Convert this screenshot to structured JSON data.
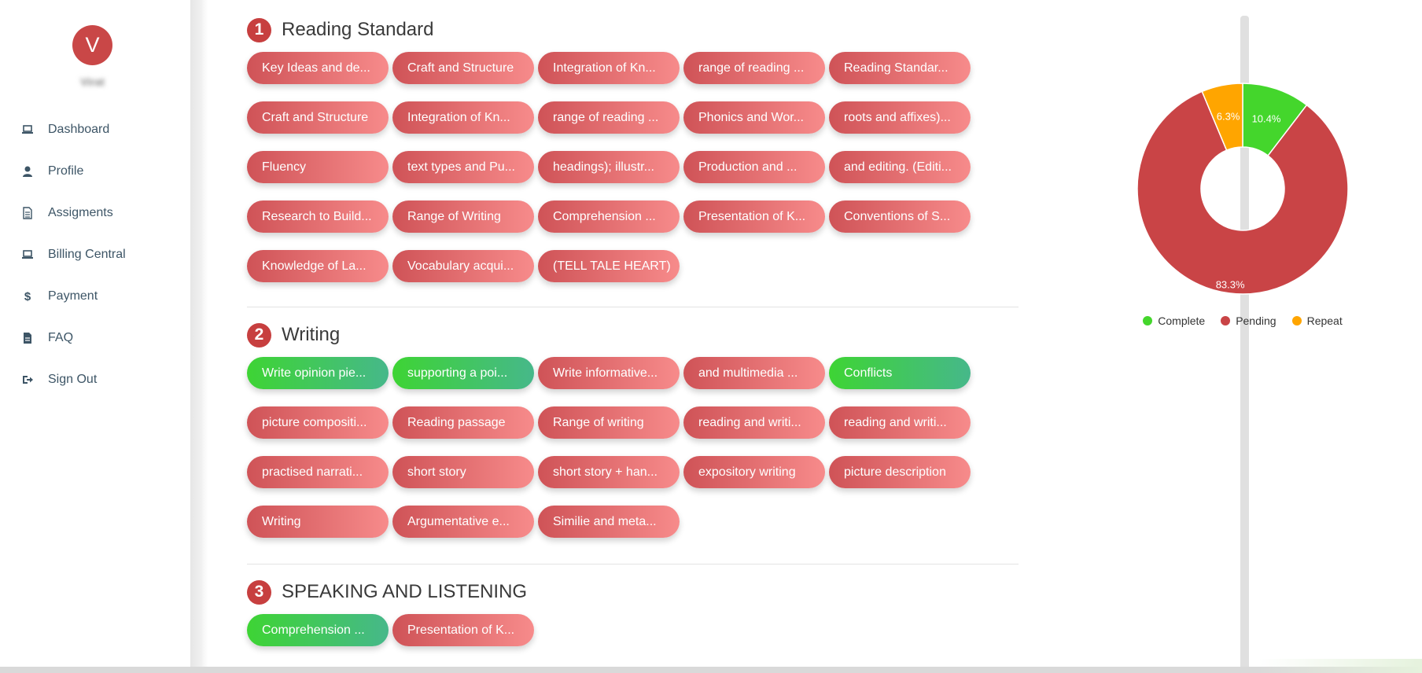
{
  "user": {
    "avatar_letter": "V",
    "name": "Virat"
  },
  "nav": [
    {
      "label": "Dashboard",
      "icon": "laptop-icon"
    },
    {
      "label": "Profile",
      "icon": "user-icon"
    },
    {
      "label": "Assigments",
      "icon": "document-icon"
    },
    {
      "label": "Billing Central",
      "icon": "laptop-icon"
    },
    {
      "label": "Payment",
      "icon": "dollar-icon"
    },
    {
      "label": "FAQ",
      "icon": "file-icon"
    },
    {
      "label": "Sign Out",
      "icon": "sign-out-icon"
    }
  ],
  "sections": [
    {
      "number": "1",
      "title": "Reading Standard",
      "chips": [
        {
          "label": "Key Ideas and de...",
          "status": "pending"
        },
        {
          "label": "Craft and Structure",
          "status": "pending"
        },
        {
          "label": "Integration of Kn...",
          "status": "pending"
        },
        {
          "label": "range of reading ...",
          "status": "pending"
        },
        {
          "label": "Reading Standar...",
          "status": "pending"
        },
        {
          "label": "Craft and Structure",
          "status": "pending"
        },
        {
          "label": "Integration of Kn...",
          "status": "pending"
        },
        {
          "label": "range of reading ...",
          "status": "pending"
        },
        {
          "label": "Phonics and Wor...",
          "status": "pending"
        },
        {
          "label": "roots and affixes)...",
          "status": "pending"
        },
        {
          "label": "Fluency",
          "status": "pending"
        },
        {
          "label": "text types and Pu...",
          "status": "pending"
        },
        {
          "label": "headings); illustr...",
          "status": "pending"
        },
        {
          "label": "Production and ...",
          "status": "pending"
        },
        {
          "label": "and editing. (Editi...",
          "status": "pending"
        },
        {
          "label": "Research to Build...",
          "status": "pending"
        },
        {
          "label": "Range of Writing",
          "status": "pending"
        },
        {
          "label": "Comprehension ...",
          "status": "pending"
        },
        {
          "label": "Presentation of K...",
          "status": "pending"
        },
        {
          "label": "Conventions of S...",
          "status": "pending"
        },
        {
          "label": "Knowledge of La...",
          "status": "pending"
        },
        {
          "label": "Vocabulary acqui...",
          "status": "pending"
        },
        {
          "label": "(TELL TALE HEART)",
          "status": "pending"
        }
      ]
    },
    {
      "number": "2",
      "title": "Writing",
      "chips": [
        {
          "label": "Write opinion pie...",
          "status": "complete"
        },
        {
          "label": "supporting a poi...",
          "status": "complete"
        },
        {
          "label": "Write informative...",
          "status": "pending"
        },
        {
          "label": "and multimedia ...",
          "status": "pending"
        },
        {
          "label": "Conflicts",
          "status": "complete"
        },
        {
          "label": "picture compositi...",
          "status": "pending"
        },
        {
          "label": "Reading passage",
          "status": "pending"
        },
        {
          "label": "Range of writing",
          "status": "pending"
        },
        {
          "label": "reading and writi...",
          "status": "pending"
        },
        {
          "label": "reading and writi...",
          "status": "pending"
        },
        {
          "label": "practised narrati...",
          "status": "pending"
        },
        {
          "label": "short story",
          "status": "pending"
        },
        {
          "label": "short story + han...",
          "status": "pending"
        },
        {
          "label": "expository writing",
          "status": "pending"
        },
        {
          "label": "picture description",
          "status": "pending"
        },
        {
          "label": "Writing",
          "status": "pending"
        },
        {
          "label": "Argumentative e...",
          "status": "pending"
        },
        {
          "label": "Similie and meta...",
          "status": "pending"
        }
      ]
    },
    {
      "number": "3",
      "title": "SPEAKING AND LISTENING",
      "chips": [
        {
          "label": "Comprehension ...",
          "status": "complete"
        },
        {
          "label": "Presentation of K...",
          "status": "pending"
        }
      ]
    }
  ],
  "colors": {
    "complete": "#44d62c",
    "pending": "#c94446",
    "repeat": "#ffa500"
  },
  "chart_data": {
    "type": "pie",
    "donut": true,
    "slices": [
      {
        "name": "Complete",
        "value": 10.4,
        "label": "10.4%",
        "color": "#44d62c"
      },
      {
        "name": "Pending",
        "value": 83.3,
        "label": "83.3%",
        "color": "#c94446"
      },
      {
        "name": "Repeat",
        "value": 6.3,
        "label": "6.3%",
        "color": "#ffa500"
      }
    ],
    "legend_position": "bottom"
  }
}
